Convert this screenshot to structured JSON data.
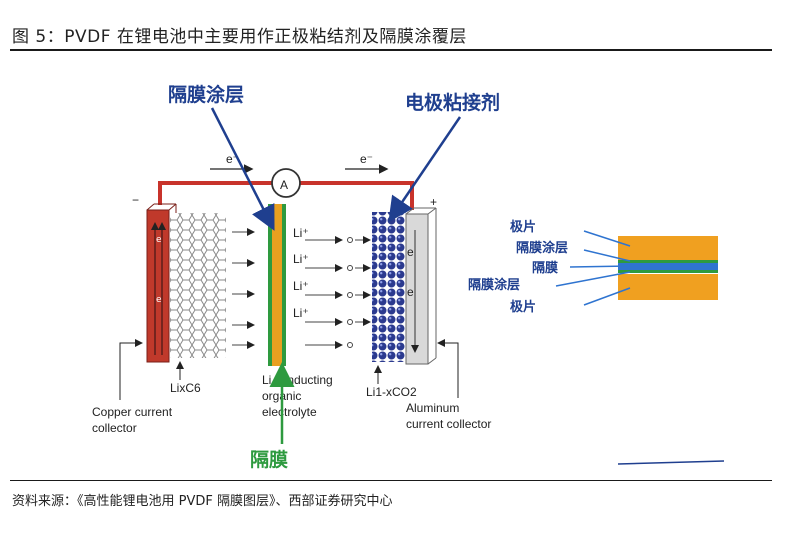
{
  "figure": {
    "title": "图 5：PVDF 在锂电池中主要用作正极粘结剂及隔膜涂覆层",
    "source": "资料来源：《高性能锂电池用 PVDF 隔膜图层》、西部证券研究中心"
  },
  "diagram": {
    "label_coating": "隔膜涂层",
    "label_binder": "电极粘接剂",
    "label_separator": "隔膜",
    "ammeter": "A",
    "electron_left": "e⁻",
    "electron_right": "e⁻",
    "minus_sign": "−",
    "plus_sign": "+",
    "li_ion": "Li⁺",
    "anode_formula": "LixC6",
    "cathode_formula": "Li1-xCO2",
    "electrolyte_text": [
      "Li conducting",
      "organic",
      "electrolyte"
    ],
    "copper_text": [
      "Copper current",
      "collector"
    ],
    "aluminum_text": [
      "Aluminum",
      "current collector"
    ],
    "electron_symbol": "e",
    "inset_labels": [
      "极片",
      "隔膜涂层",
      "隔膜",
      "隔膜涂层",
      "极片"
    ],
    "colors": {
      "circuit": "#c8332b",
      "copper": "#c0392b",
      "separator_green": "#2e9a3f",
      "separator_orange": "#e8a020",
      "cathode_blue": "#2b3a8f",
      "label_blue": "#1f3f8f",
      "inset_orange": "#f0a020"
    }
  }
}
